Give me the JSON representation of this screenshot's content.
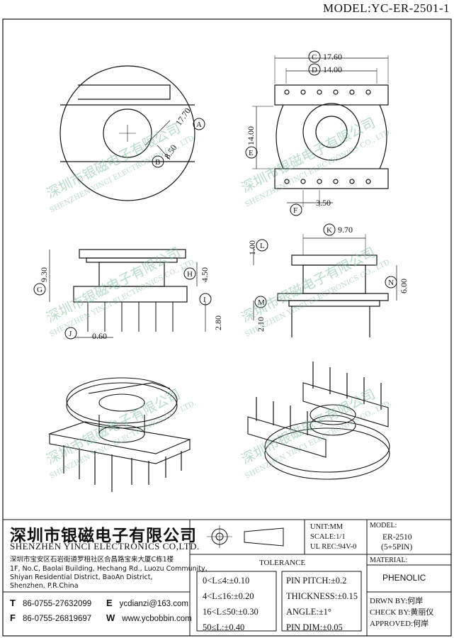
{
  "model_title": "MODEL:YC-ER-2501-1",
  "watermark": {
    "cn": "深圳市银磁电子有限公司",
    "en": "SHENZHEN YINCI ELECTRONICS CO., LTD."
  },
  "dims": {
    "A": "17.70",
    "B": "8.50",
    "C": "17.60",
    "D": "14.00",
    "E": "14.00",
    "F": "3.50",
    "G": "9.30",
    "H": "4.50",
    "I": "",
    "J": "0.60",
    "pin_len": "2.80",
    "K": "9.70",
    "L": "1.00",
    "M": "2.10",
    "N": "6.00"
  },
  "labels": {
    "A": "A",
    "B": "B",
    "C": "C",
    "D": "D",
    "E": "E",
    "F": "F",
    "G": "G",
    "H": "H",
    "I": "I",
    "J": "J",
    "K": "K",
    "L": "L",
    "M": "M",
    "N": "N"
  },
  "company": {
    "name_cn": "深圳市银磁电子有限公司",
    "name_en": "SHENZHEN YINCI ELECTRONICS CO,LTD.",
    "addr_cn": "深圳市宝安区石岩街道罗租社区合昌路宝来大厦C栋1楼",
    "addr_en_1": "1F, No.C, Baolai Building, Hechang Rd., Luozu Community,",
    "addr_en_2": "Shiyan Residential District, BaoAn District,",
    "addr_en_3": "Shenzhen, P.R.China",
    "tel_label": "T",
    "tel": "86-0755-27632099",
    "fax_label": "F",
    "fax": "86-0755-26819697",
    "email_label": "E",
    "email": "ycdianzi@163.com",
    "web_label": "W",
    "web": "www.ycbobbin.com"
  },
  "specs": {
    "unit": "UNIT:MM",
    "scale": "SCALE:1/1",
    "ul": "UL REC:94V-0",
    "model_label": "MODEL:",
    "model": "ER-2510",
    "pins": "(5+5PIN)",
    "material_label": "MATERIAL:",
    "material": "PHENOLIC"
  },
  "tolerance": {
    "title": "TOLERANCE",
    "rows": [
      "0<L≤4:±0.10",
      "4<L≤16:±0.20",
      "16<L≤50:±0.30",
      "50≤L:±0.40"
    ],
    "pin_rows": [
      "PIN PITCH:±0.2",
      "THICKNESS:±0.15",
      "ANGLE:±1°",
      "PIN DIM:±0.05"
    ]
  },
  "approval": {
    "drawn_label": "DRWN BY:",
    "drawn": "何岸",
    "check_label": "CHECK BY:",
    "check": "黄丽仪",
    "approved_label": "APPROVED:",
    "approved": "何岸"
  }
}
